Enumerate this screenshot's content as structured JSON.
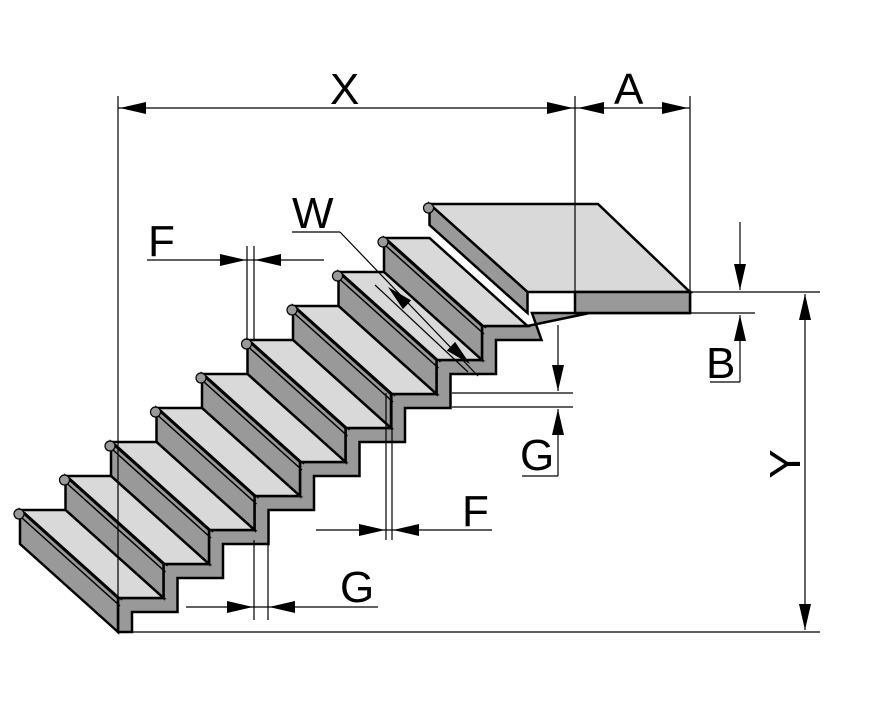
{
  "title": "Staircase dimension diagram",
  "colors": {
    "tread": "#d9d9d9",
    "riser": "#999999",
    "outline": "#000000",
    "background": "#ffffff"
  },
  "steps": {
    "count": 9,
    "has_landing": true,
    "nosing": true
  },
  "dimensions": {
    "X": {
      "label": "X",
      "meaning": "total run"
    },
    "A": {
      "label": "A",
      "meaning": "landing depth"
    },
    "Y": {
      "label": "Y",
      "meaning": "total rise"
    },
    "B": {
      "label": "B",
      "meaning": "landing slab thickness"
    },
    "W": {
      "label": "W",
      "meaning": "stair width"
    },
    "F_top": {
      "label": "F",
      "meaning": "nosing overhang"
    },
    "F_bottom": {
      "label": "F",
      "meaning": "nosing overhang"
    },
    "G_right": {
      "label": "G",
      "meaning": "slab thickness"
    },
    "G_bottom": {
      "label": "G",
      "meaning": "slab thickness"
    }
  }
}
